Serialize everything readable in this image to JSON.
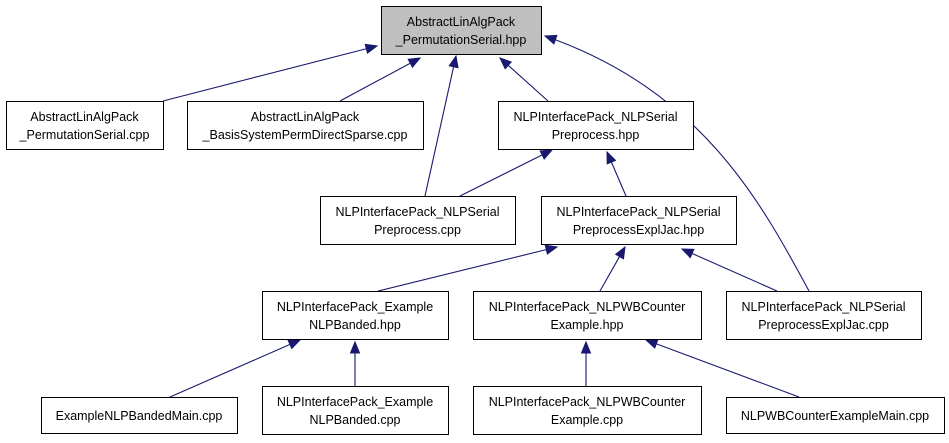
{
  "colors": {
    "edge": "#191970",
    "node_border": "#000000",
    "node_fill": "#ffffff",
    "highlight_fill": "#bfbfbf"
  },
  "nodes": [
    {
      "id": "root",
      "lines": [
        "AbstractLinAlgPack",
        "_PermutationSerial.hpp"
      ],
      "highlighted": true
    },
    {
      "id": "perm_cpp",
      "lines": [
        "AbstractLinAlgPack",
        "_PermutationSerial.cpp"
      ]
    },
    {
      "id": "basis_cpp",
      "lines": [
        "AbstractLinAlgPack",
        "_BasisSystemPermDirectSparse.cpp"
      ]
    },
    {
      "id": "nlpserial_hpp",
      "lines": [
        "NLPInterfacePack_NLPSerial",
        "Preprocess.hpp"
      ]
    },
    {
      "id": "nlpserial_cpp",
      "lines": [
        "NLPInterfacePack_NLPSerial",
        "Preprocess.cpp"
      ]
    },
    {
      "id": "expljac_hpp",
      "lines": [
        "NLPInterfacePack_NLPSerial",
        "PreprocessExplJac.hpp"
      ]
    },
    {
      "id": "example_hpp",
      "lines": [
        "NLPInterfacePack_Example",
        "NLPBanded.hpp"
      ]
    },
    {
      "id": "wbcounter_hpp",
      "lines": [
        "NLPInterfacePack_NLPWBCounter",
        "Example.hpp"
      ]
    },
    {
      "id": "expljac_cpp",
      "lines": [
        "NLPInterfacePack_NLPSerial",
        "PreprocessExplJac.cpp"
      ]
    },
    {
      "id": "bandedmain_cpp",
      "lines": [
        "ExampleNLPBandedMain.cpp"
      ]
    },
    {
      "id": "example_cpp",
      "lines": [
        "NLPInterfacePack_Example",
        "NLPBanded.cpp"
      ]
    },
    {
      "id": "wbcounter_cpp",
      "lines": [
        "NLPInterfacePack_NLPWBCounter",
        "Example.cpp"
      ]
    },
    {
      "id": "wbmain_cpp",
      "lines": [
        "NLPWBCounterExampleMain.cpp"
      ]
    }
  ],
  "edges": [
    {
      "from": "perm_cpp",
      "to": "root"
    },
    {
      "from": "basis_cpp",
      "to": "root"
    },
    {
      "from": "nlpserial_cpp",
      "to": "root"
    },
    {
      "from": "nlpserial_hpp",
      "to": "root"
    },
    {
      "from": "expljac_cpp",
      "to": "root"
    },
    {
      "from": "nlpserial_cpp",
      "to": "nlpserial_hpp"
    },
    {
      "from": "expljac_hpp",
      "to": "nlpserial_hpp"
    },
    {
      "from": "example_hpp",
      "to": "expljac_hpp"
    },
    {
      "from": "wbcounter_hpp",
      "to": "expljac_hpp"
    },
    {
      "from": "expljac_cpp",
      "to": "expljac_hpp"
    },
    {
      "from": "bandedmain_cpp",
      "to": "example_hpp"
    },
    {
      "from": "example_cpp",
      "to": "example_hpp"
    },
    {
      "from": "wbcounter_cpp",
      "to": "wbcounter_hpp"
    },
    {
      "from": "wbmain_cpp",
      "to": "wbcounter_hpp"
    }
  ]
}
